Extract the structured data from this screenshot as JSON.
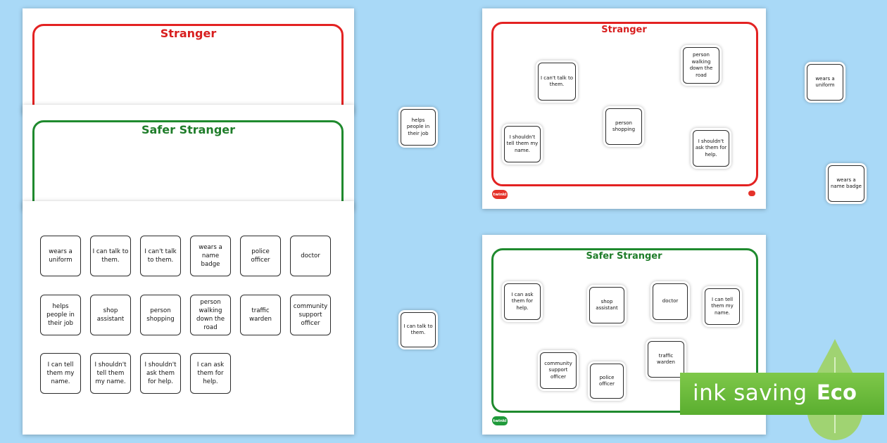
{
  "left_preview": {
    "stranger_title": "Stranger",
    "safer_title": "Safer Stranger",
    "cards": [
      "wears a uniform",
      "I can talk to them.",
      "I can't talk to them.",
      "wears a name badge",
      "police officer",
      "doctor",
      "helps people in their job",
      "shop assistant",
      "person shopping",
      "person walking down the road",
      "traffic warden",
      "community support officer",
      "I can tell them my name.",
      "I shouldn't tell them my name.",
      "I shouldn't ask them for help.",
      "I can ask them for help."
    ]
  },
  "stranger_sheet": {
    "title": "Stranger",
    "cards": [
      "I can't talk to them.",
      "person walking down the road",
      "person shopping",
      "I shouldn't tell them my name.",
      "I shouldn't ask them for help."
    ]
  },
  "safer_sheet": {
    "title": "Safer Stranger",
    "cards": [
      "I can ask them for help.",
      "shop assistant",
      "doctor",
      "I can tell them my name.",
      "community support officer",
      "police officer",
      "traffic warden"
    ]
  },
  "loose_cards": [
    "helps people in their job",
    "I can talk to them.",
    "wears a uniform",
    "wears a name badge"
  ],
  "logo_text": "twinkl",
  "badge": {
    "text": "ink saving",
    "eco": "Eco"
  },
  "colors": {
    "background": "#a9d9f7",
    "stranger": "#e32222",
    "safer": "#1f8a2e",
    "eco_green": "#5aae2f"
  }
}
